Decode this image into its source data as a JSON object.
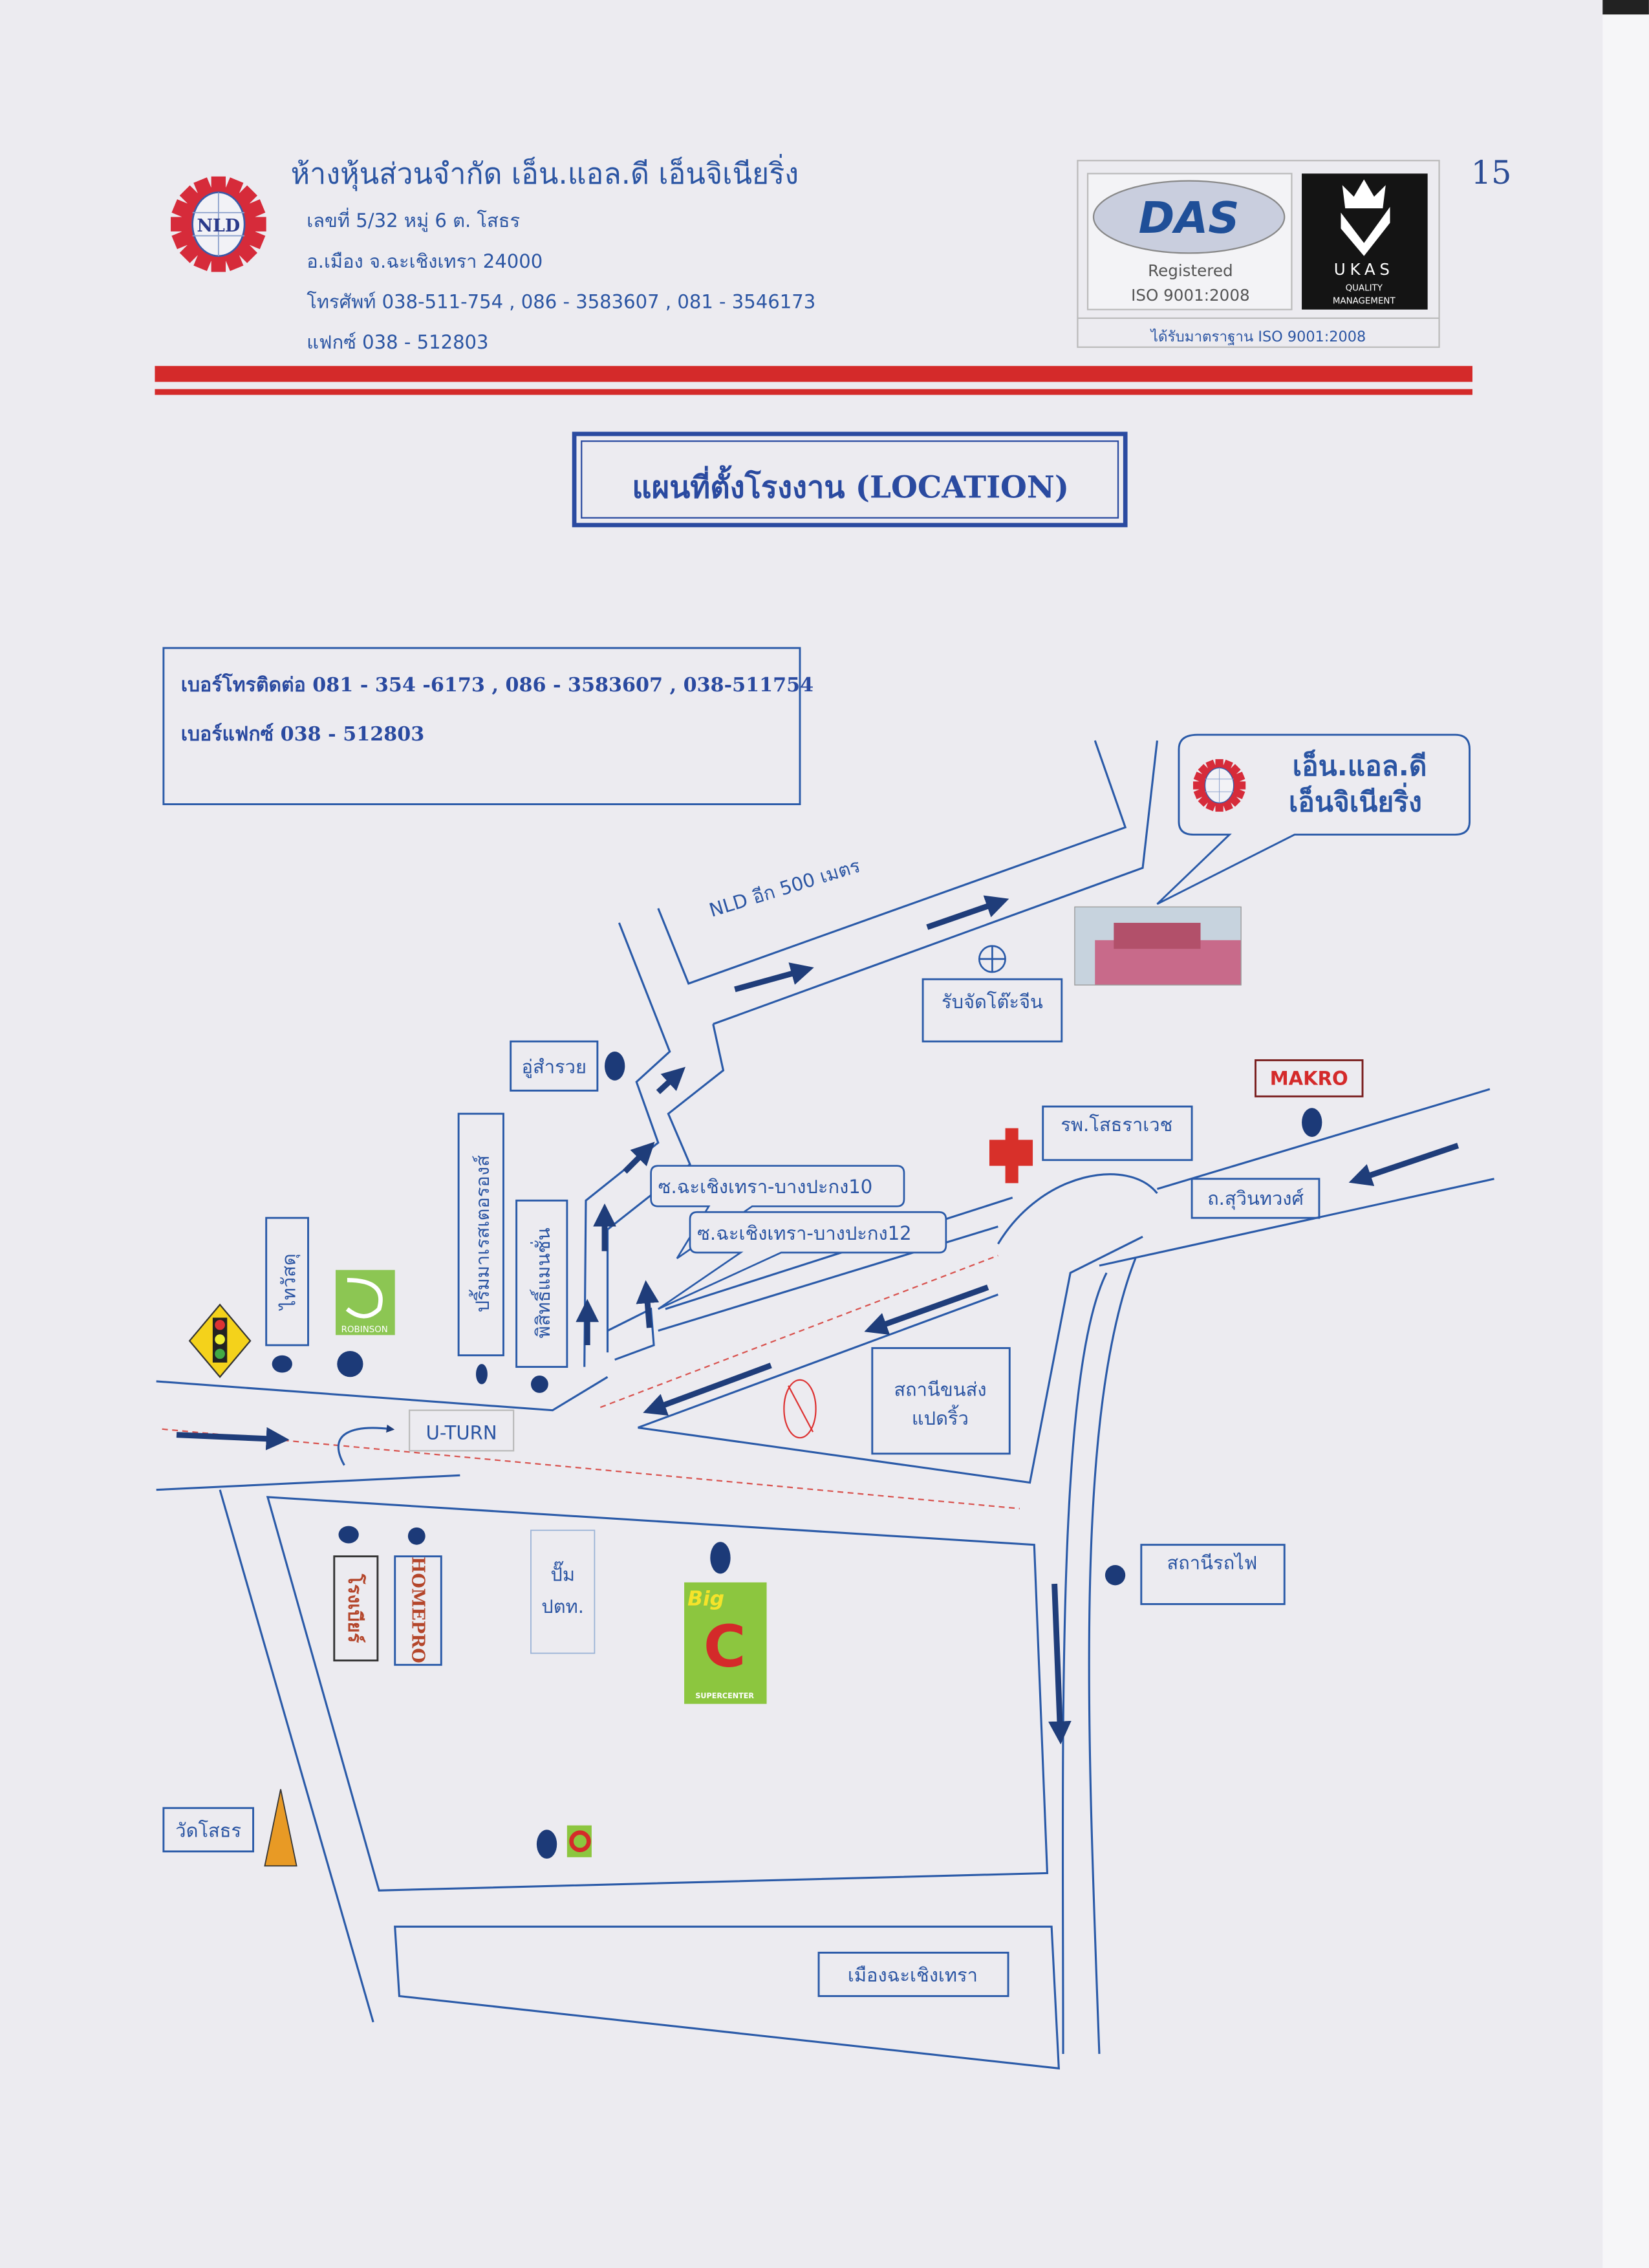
{
  "header": {
    "company_name": "ห้างหุ้นส่วนจำกัด   เอ็น.แอล.ดี   เอ็นจิเนียริ่ง",
    "logo_text": "NLD",
    "address_line1": "เลขที่     5/32  หมู่   6   ต. โสธร",
    "address_line2": "อ.เมือง   จ.ฉะเชิงเทรา   24000",
    "phone_line": "โทรศัพท์   038-511-754 , 086 - 3583607 , 081 - 3546173",
    "fax_line": "แฟกซ์            038 - 512803",
    "page_number": "15",
    "cert": {
      "das_logo": "DAS",
      "registered": "Registered",
      "iso": "ISO 9001:2008",
      "ukas": "UKAS",
      "ukas_sub1": "QUALITY",
      "ukas_sub2": "MANAGEMENT",
      "caption": "ได้รับมาตราฐาน ISO 9001:2008"
    }
  },
  "title": "แผนที่ตั้งโรงงาน  (LOCATION)",
  "contact": {
    "phone": "เบอร์โทรติดต่อ  081 - 354 -6173 , 086 - 3583607 , 038-511754",
    "fax": "เบอร์แฟกซ์       038 - 512803"
  },
  "map": {
    "nld_distance": "NLD  อีก 500 เมตร",
    "callout_line1": "เอ็น.แอล.ดี",
    "callout_line2": "เอ็นจิเนียริ่ง",
    "chinese_table": "รับจัดโต๊ะจีน",
    "garage": "อู่สำรวย",
    "restaurant": "ปริ้มมาเรสเตอรองส์",
    "mansion": "พิสิทธิ์แมนชั่น",
    "thaiwatsadu": "ไทวัสดุ",
    "robinson": "ROBINSON",
    "uturn": "U-TURN",
    "makro": "MAKRO",
    "hospital": "รพ.โสธราเวช",
    "suwinthawong": "ถ.สุวินทวงศ์",
    "soi10": "ซ.ฉะเชิงเทรา-บางปะกง10",
    "soi12": "ซ.ฉะเชิงเทรา-บางปะกง12",
    "bus_station_1": "สถานีขนส่ง",
    "bus_station_2": "แปดริ้ว",
    "brewery": "โรงเบียร์",
    "homepro": "HOMEPRO",
    "ptt_1": "ปั๊ม",
    "ptt_2": "ปตท.",
    "bigc_big": "Big",
    "bigc_c": "C",
    "bigc_sub": "SUPERCENTER",
    "train_station": "สถานีรถไฟ",
    "temple": "วัดโสธร",
    "city": "เมืองฉะเชิงเทรา"
  }
}
